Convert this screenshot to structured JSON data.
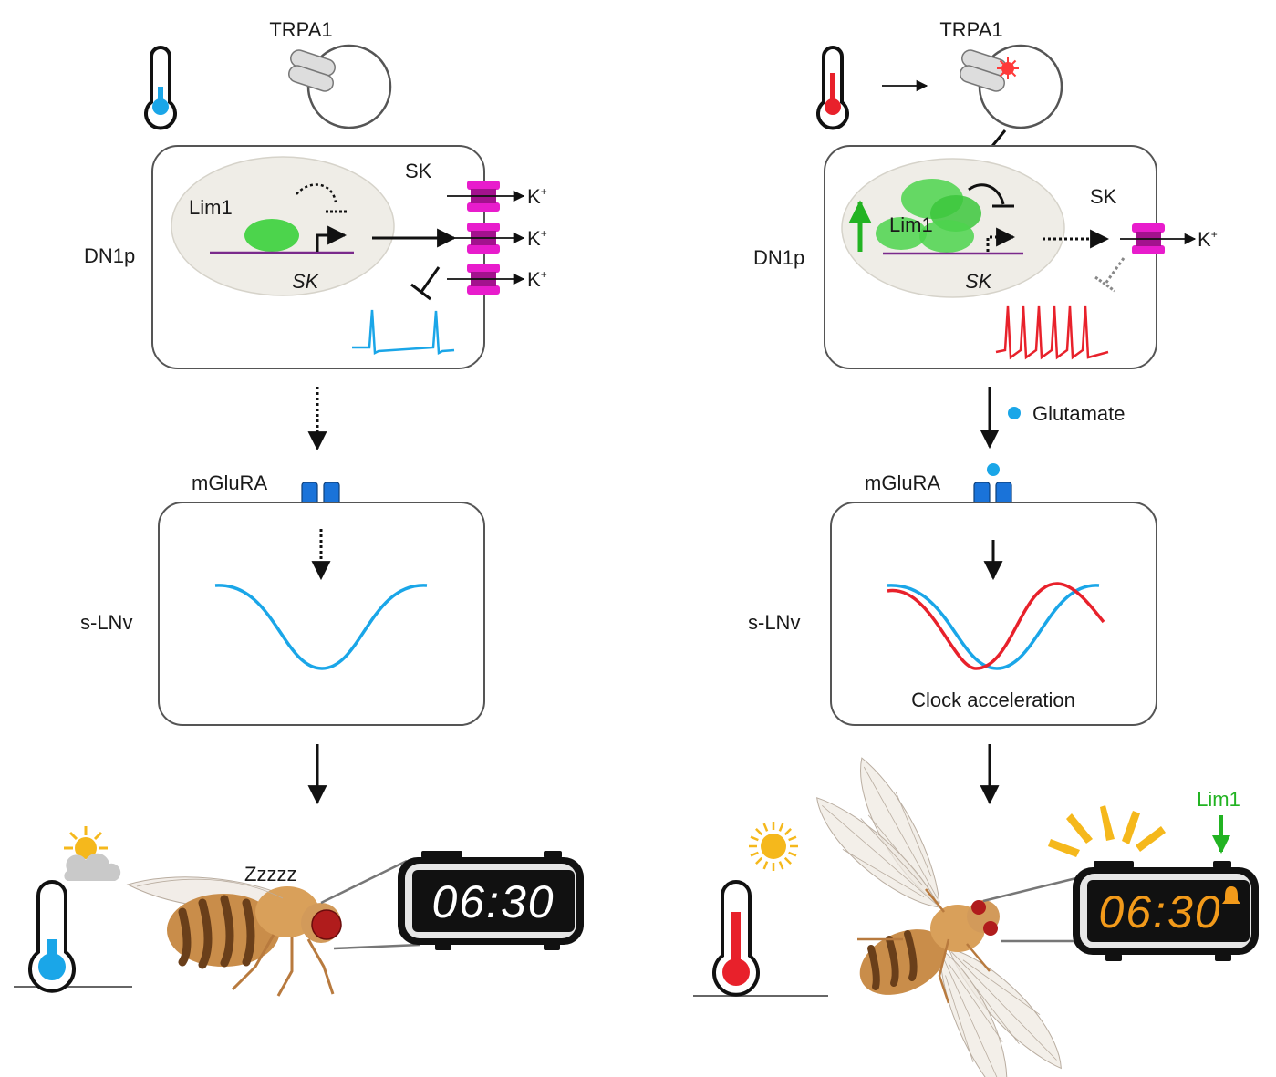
{
  "colors": {
    "cold": "#1aa6e8",
    "warm": "#e8212b",
    "sk_channel": "#e81ccc",
    "sk_channel_dark": "#a3128e",
    "mglura": "#1a73d9",
    "lim1": "#4cd44c",
    "lim1_arrow": "#22b322",
    "dna": "#7a2a8c",
    "nucleus": "#efede7",
    "sun": "#f5b81c",
    "clock_lcd_cold": "#ffffff",
    "clock_lcd_warm": "#f29a1a"
  },
  "icons": [
    "thermometer-cold-icon",
    "thermometer-warm-icon",
    "trpa1-receptor-icon",
    "sk-channel-icon",
    "mglura-receptor-icon",
    "sun-cloud-icon",
    "sun-icon",
    "fly-sleeping-icon",
    "fly-awake-icon",
    "alarm-clock-icon",
    "bell-icon"
  ],
  "left": {
    "trpa1": "TRPA1",
    "dn1p": "DN1p",
    "lim1": "Lim1",
    "sk_gene": "SK",
    "sk_channel": "SK",
    "k_ion": "K",
    "k_charge": "+",
    "mglura": "mGluRA",
    "slnv": "s-LNv",
    "zzz": "Zzzzz",
    "clock_time": "06:30"
  },
  "right": {
    "trpa1": "TRPA1",
    "dn1p": "DN1p",
    "lim1": "Lim1",
    "sk_gene": "SK",
    "sk_channel": "SK",
    "k_ion": "K",
    "k_charge": "+",
    "glutamate": "Glutamate",
    "mglura": "mGluRA",
    "slnv": "s-LNv",
    "clock_acceleration": "Clock acceleration",
    "lim1_alarm": "Lim1",
    "clock_time": "06:30"
  }
}
